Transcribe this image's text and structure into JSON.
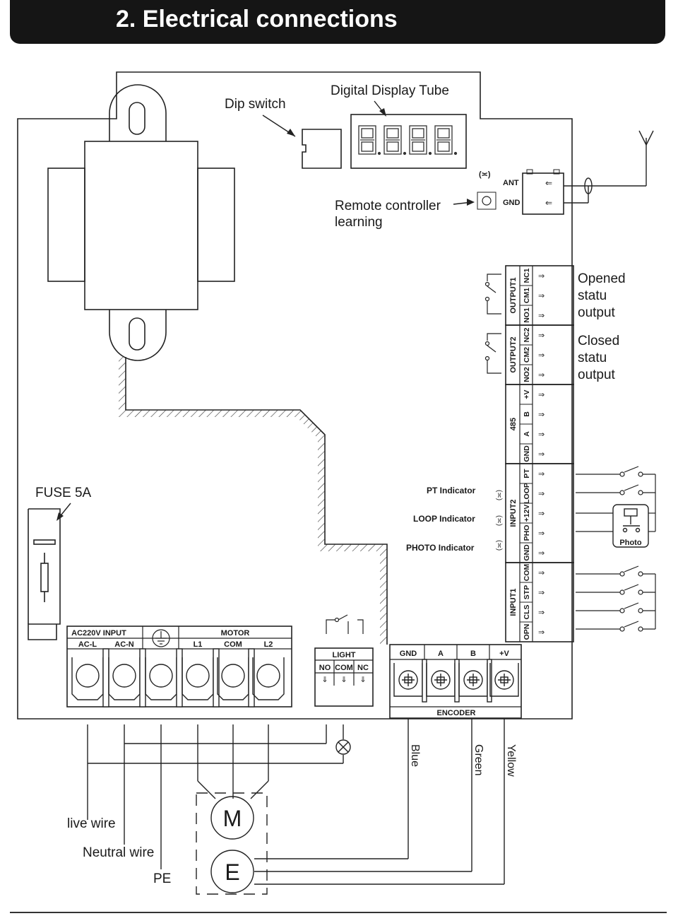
{
  "header": {
    "title": "2. Electrical connections"
  },
  "labels": {
    "dip_switch": "Dip  switch",
    "digital_display": "Digital Display Tube",
    "remote_learning_1": "Remote controller",
    "remote_learning_2": "learning",
    "ant": "ANT",
    "gnd": "GND",
    "opened_1": "Opened",
    "opened_2": "statu",
    "opened_3": "output",
    "closed_1": "Closed",
    "closed_2": "statu",
    "closed_3": "output",
    "fuse": "FUSE 5A",
    "pt_indicator": "PT Indicator",
    "loop_indicator": "LOOP Indicator",
    "photo_indicator": "PHOTO Indicator",
    "photo": "Photo",
    "ac_input": "AC220V INPUT",
    "motor_group": "MOTOR",
    "light": "LIGHT",
    "encoder": "ENCODER",
    "live_wire": "live wire",
    "neutral_wire": "Neutral wire",
    "pe": "PE",
    "motor_symbol": "M",
    "encoder_symbol": "E",
    "blue": "Blue",
    "green": "Green",
    "yellow": "Yellow",
    "led_symbol": "(≍)"
  },
  "terminals": {
    "output1": {
      "group": "OUTPUT1",
      "pins": [
        "NO1",
        "CM1",
        "NC1"
      ]
    },
    "output2": {
      "group": "OUTPUT2",
      "pins": [
        "NO2",
        "CM2",
        "NC2"
      ]
    },
    "rs485": {
      "group": "485",
      "pins": [
        "GND",
        "A",
        "B",
        "+V"
      ]
    },
    "input2": {
      "group": "INPUT2",
      "pins": [
        "GND",
        "PHO",
        "+12V",
        "LOOP",
        "PT"
      ]
    },
    "input1": {
      "group": "INPUT1",
      "pins": [
        "OPN",
        "CLS",
        "STP",
        "COM"
      ]
    },
    "power": [
      "AC-L",
      "AC-N",
      "L1",
      "COM",
      "L2"
    ],
    "light": [
      "NO",
      "COM",
      "NC"
    ],
    "encoder": [
      "GND",
      "A",
      "B",
      "+V"
    ]
  }
}
